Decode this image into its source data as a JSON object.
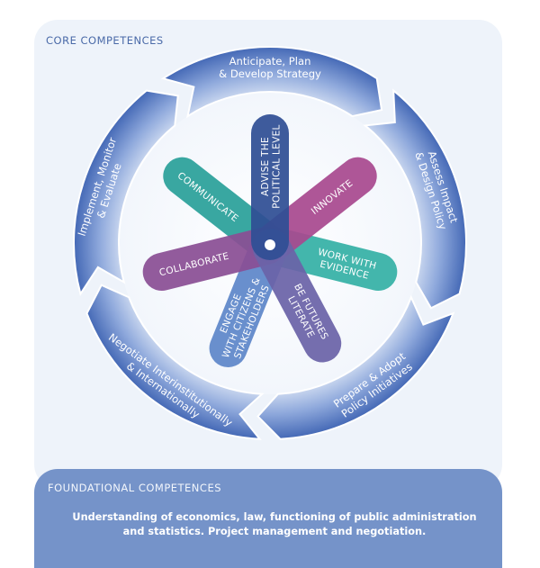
{
  "core_competences": {
    "title": "CORE COMPETENCES",
    "cycle": [
      {
        "lines": [
          "Anticipate, Plan",
          "& Develop Strategy"
        ]
      },
      {
        "lines": [
          "Assess Impact",
          "& Design Policy"
        ]
      },
      {
        "lines": [
          "Prepare & Adopt",
          "Policy Initiatives"
        ]
      },
      {
        "lines": [
          "Negotiate Interinstitutionally",
          "& Internationally"
        ]
      },
      {
        "lines": [
          "Implement, Monitor",
          "& Evaluate"
        ]
      }
    ],
    "petals": [
      {
        "lines": [
          "ADVISE THE",
          "POLITICAL LEVEL"
        ],
        "color": "#2f4f95"
      },
      {
        "lines": [
          "INNOVATE"
        ],
        "color": "#a8498f"
      },
      {
        "lines": [
          "WORK WITH",
          "EVIDENCE"
        ],
        "color": "#35b0a6"
      },
      {
        "lines": [
          "BE FUTURES",
          "LITERATE"
        ],
        "color": "#6a63a8"
      },
      {
        "lines": [
          "ENGAGE",
          "WITH CITIZENS &",
          "STAKEHOLDERS"
        ],
        "color": "#5e86c9"
      },
      {
        "lines": [
          "COLLABORATE"
        ],
        "color": "#8a4f95"
      },
      {
        "lines": [
          "COMMUNICATE"
        ],
        "color": "#2aa09a"
      }
    ]
  },
  "foundational_competences": {
    "title": "FOUNDATIONAL COMPETENCES",
    "text_lines": [
      "Understanding of economics, law, functioning of public administration",
      "and statistics. Project management and negotiation."
    ]
  },
  "colors": {
    "ring_dark": "#3f64b3",
    "ring_light": "#c9d7ee",
    "card_bg": "#eef3fa",
    "foundation_bg": "#7593c9"
  }
}
